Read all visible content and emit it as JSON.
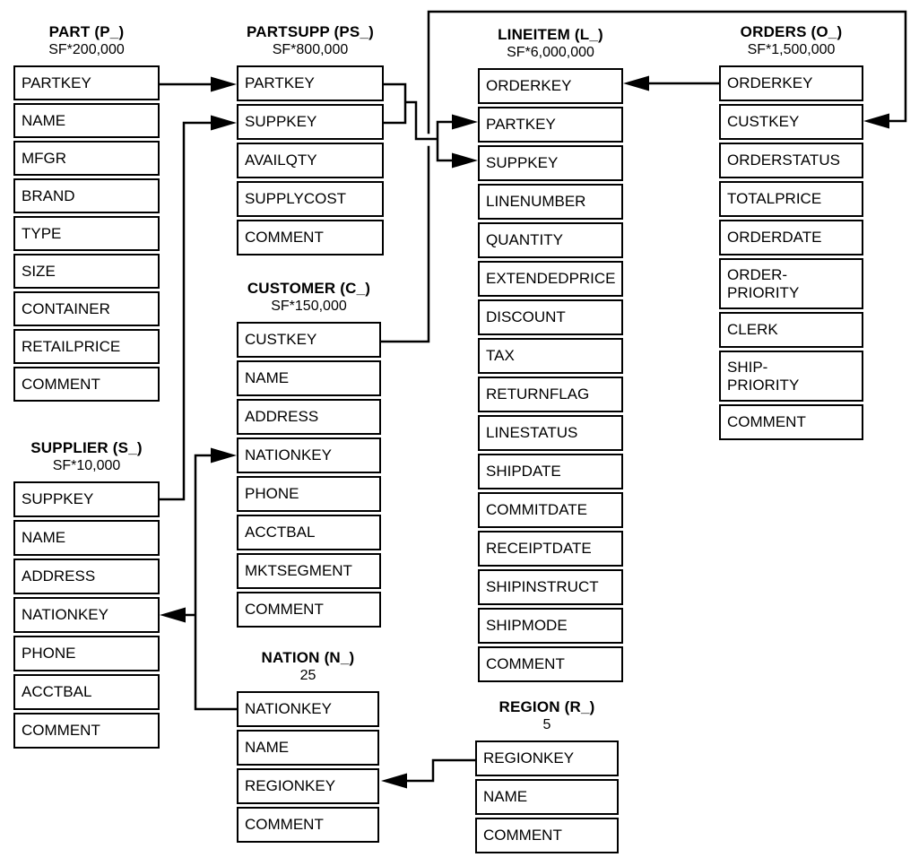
{
  "diagram": {
    "kind": "database-schema",
    "tables": [
      {
        "id": "part",
        "title": "PART (P_)",
        "subtitle": "SF*200,000",
        "columns": [
          "PARTKEY",
          "NAME",
          "MFGR",
          "BRAND",
          "TYPE",
          "SIZE",
          "CONTAINER",
          "RETAILPRICE",
          "COMMENT"
        ]
      },
      {
        "id": "partsupp",
        "title": "PARTSUPP (PS_)",
        "subtitle": "SF*800,000",
        "columns": [
          "PARTKEY",
          "SUPPKEY",
          "AVAILQTY",
          "SUPPLYCOST",
          "COMMENT"
        ]
      },
      {
        "id": "customer",
        "title": "CUSTOMER (C_)",
        "subtitle": "SF*150,000",
        "columns": [
          "CUSTKEY",
          "NAME",
          "ADDRESS",
          "NATIONKEY",
          "PHONE",
          "ACCTBAL",
          "MKTSEGMENT",
          "COMMENT"
        ]
      },
      {
        "id": "lineitem",
        "title": "LINEITEM (L_)",
        "subtitle": "SF*6,000,000",
        "columns": [
          "ORDERKEY",
          "PARTKEY",
          "SUPPKEY",
          "LINENUMBER",
          "QUANTITY",
          "EXTENDEDPRICE",
          "DISCOUNT",
          "TAX",
          "RETURNFLAG",
          "LINESTATUS",
          "SHIPDATE",
          "COMMITDATE",
          "RECEIPTDATE",
          "SHIPINSTRUCT",
          "SHIPMODE",
          "COMMENT"
        ]
      },
      {
        "id": "orders",
        "title": "ORDERS (O_)",
        "subtitle": "SF*1,500,000",
        "columns": [
          "ORDERKEY",
          "CUSTKEY",
          "ORDERSTATUS",
          "TOTALPRICE",
          "ORDERDATE",
          "ORDER-\nPRIORITY",
          "CLERK",
          "SHIP-\nPRIORITY",
          "COMMENT"
        ]
      },
      {
        "id": "supplier",
        "title": "SUPPLIER (S_)",
        "subtitle": "SF*10,000",
        "columns": [
          "SUPPKEY",
          "NAME",
          "ADDRESS",
          "NATIONKEY",
          "PHONE",
          "ACCTBAL",
          "COMMENT"
        ]
      },
      {
        "id": "nation",
        "title": "NATION (N_)",
        "subtitle": "25",
        "columns": [
          "NATIONKEY",
          "NAME",
          "REGIONKEY",
          "COMMENT"
        ]
      },
      {
        "id": "region",
        "title": "REGION (R_)",
        "subtitle": "5",
        "columns": [
          "REGIONKEY",
          "NAME",
          "COMMENT"
        ]
      }
    ],
    "relationships": [
      {
        "from": "PART.PARTKEY",
        "to": "PARTSUPP.PARTKEY"
      },
      {
        "from": "SUPPLIER.SUPPKEY",
        "to": "PARTSUPP.SUPPKEY"
      },
      {
        "from": "PARTSUPP.PARTKEY,SUPPKEY",
        "to": "LINEITEM.PARTKEY,SUPPKEY"
      },
      {
        "from": "ORDERS.ORDERKEY",
        "to": "LINEITEM.ORDERKEY"
      },
      {
        "from": "CUSTOMER.CUSTKEY",
        "to": "ORDERS.CUSTKEY"
      },
      {
        "from": "NATION.NATIONKEY",
        "to": "CUSTOMER.NATIONKEY"
      },
      {
        "from": "NATION.NATIONKEY",
        "to": "SUPPLIER.NATIONKEY"
      },
      {
        "from": "REGION.REGIONKEY",
        "to": "NATION.REGIONKEY"
      }
    ],
    "colors": {
      "line": "#000000",
      "box_border": "#000000",
      "text": "#000000",
      "background": "#ffffff"
    }
  }
}
